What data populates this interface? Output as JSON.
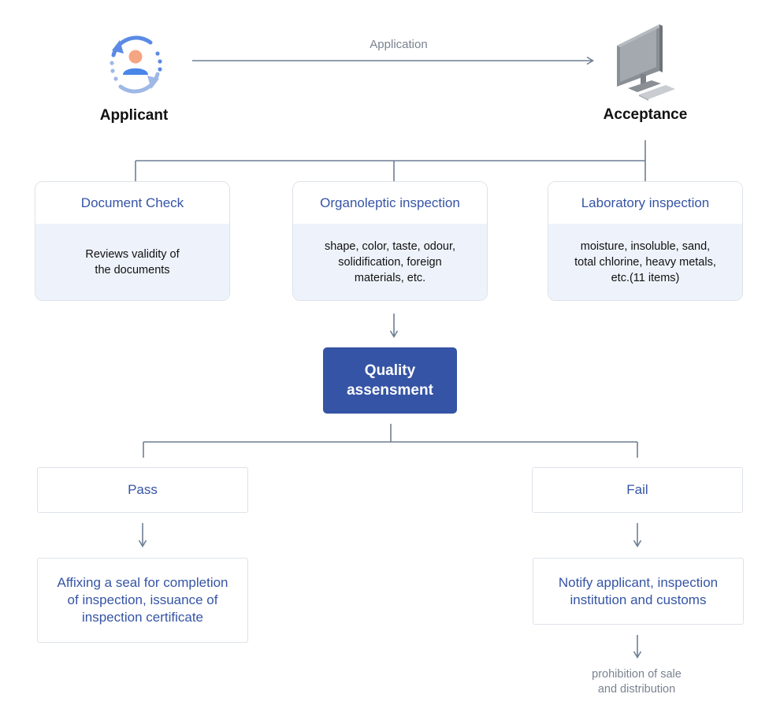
{
  "applicant": {
    "label": "Applicant"
  },
  "acceptance": {
    "label": "Acceptance"
  },
  "application_arrow": {
    "label": "Application"
  },
  "inspections": [
    {
      "title": "Document Check",
      "details": "Reviews validity of\nthe documents"
    },
    {
      "title": "Organoleptic inspection",
      "details": "shape, color, taste, odour,\nsolidification, foreign\nmaterials, etc."
    },
    {
      "title": "Laboratory inspection",
      "details": "moisture, insoluble, sand,\ntotal chlorine, heavy metals,\netc.(11 items)"
    }
  ],
  "quality": {
    "label": "Quality\nassensment"
  },
  "pass": {
    "label": "Pass",
    "result": "Affixing a seal for completion\nof inspection, issuance of\ninspection certificate"
  },
  "fail": {
    "label": "Fail",
    "result": "Notify applicant, inspection\ninstitution and customs",
    "note": "prohibition of sale\nand distribution"
  },
  "colors": {
    "accent": "#3554a5",
    "line": "#6e7f93",
    "card_body": "#eef3fb",
    "card_border": "#dde2ea"
  }
}
